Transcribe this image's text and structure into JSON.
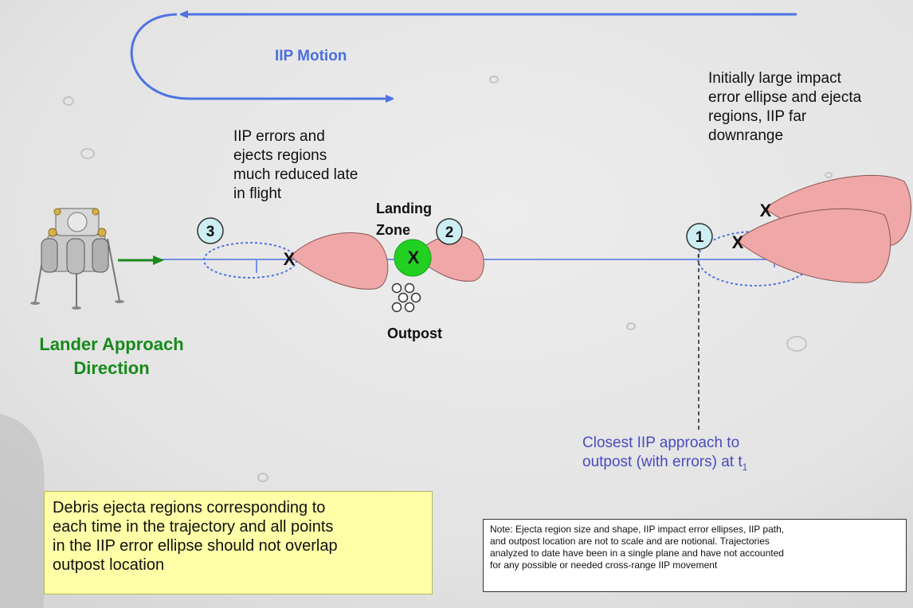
{
  "labels": {
    "iip_motion": "IIP Motion",
    "initial_ellipse": "Initially large impact\nerror ellipse and ejecta\nregions, IIP far\ndownrange",
    "late_flight": "IIP errors and\nejects regions\nmuch reduced late\nin flight",
    "landing_zone": "Landing\nZone",
    "outpost": "Outpost",
    "lander_approach": "Lander Approach\nDirection",
    "closest_approach_main": "Closest IIP approach to\noutpost (with errors) at t",
    "closest_approach_sub": "1"
  },
  "markers": {
    "point_1": "1",
    "point_2": "2",
    "point_3": "3",
    "impact_x": "X"
  },
  "debris_note": "Debris ejecta regions corresponding to\neach time in the trajectory and all points\nin the IIP error ellipse should not overlap\noutpost location",
  "scale_note": "Note:  Ejecta region size and shape, IIP impact error ellipses, IIP path,\nand outpost location are not to scale and are notional. Trajectories\nanalyzed to date have been in a single plane and have not accounted\nfor any possible or needed cross-range IIP movement",
  "colors": {
    "iip_path": "#4f73e3",
    "ejecta_fill": "#f0a7a7",
    "landing_zone": "#22d022",
    "marker_fill": "#cdeef2",
    "lander_arrow": "#1a8a1a",
    "note_yellow": "#ffffa8"
  },
  "icons": [
    "lander-module-icon",
    "outpost-modules-icon"
  ]
}
